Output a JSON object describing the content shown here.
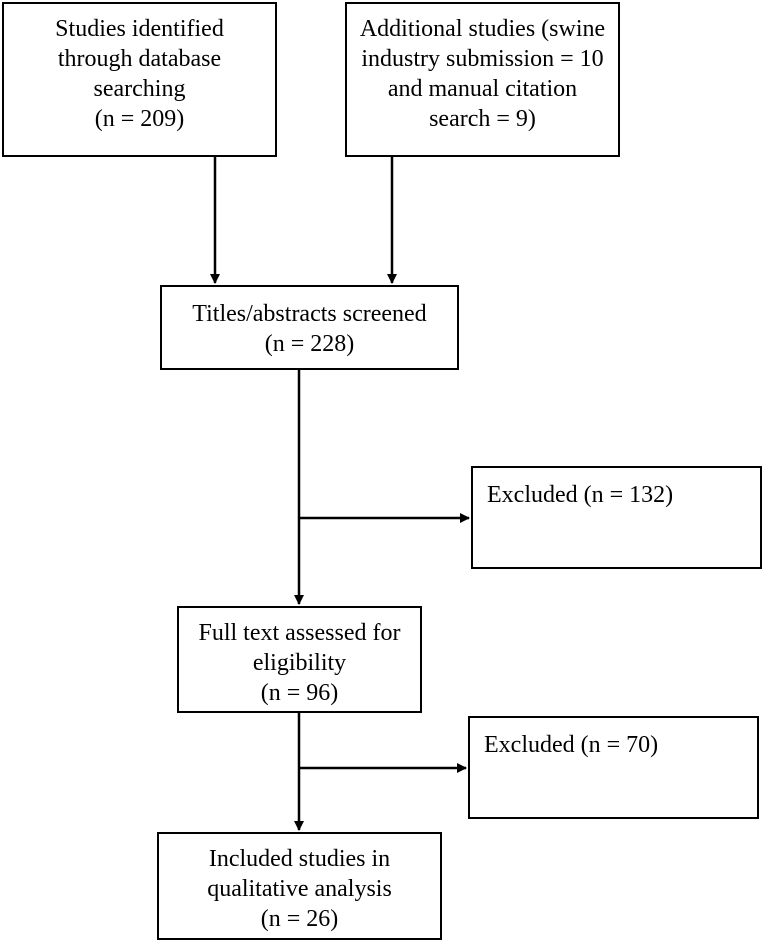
{
  "boxes": {
    "identified": {
      "lines": [
        "Studies identified",
        "through database",
        "searching",
        "(n = 209)"
      ]
    },
    "additional": {
      "lines": [
        "Additional studies (swine",
        "industry submission = 10",
        "and manual citation",
        "search = 9)"
      ]
    },
    "screened": {
      "lines": [
        "Titles/abstracts screened",
        "(n = 228)"
      ]
    },
    "excluded1": {
      "lines": [
        "Excluded (n = 132)"
      ]
    },
    "fulltext": {
      "lines": [
        "Full text assessed for",
        "eligibility",
        "(n = 96)"
      ]
    },
    "excluded2": {
      "lines": [
        "Excluded (n = 70)"
      ]
    },
    "included": {
      "lines": [
        "Included studies in",
        "qualitative analysis",
        "(n = 26)"
      ]
    }
  }
}
